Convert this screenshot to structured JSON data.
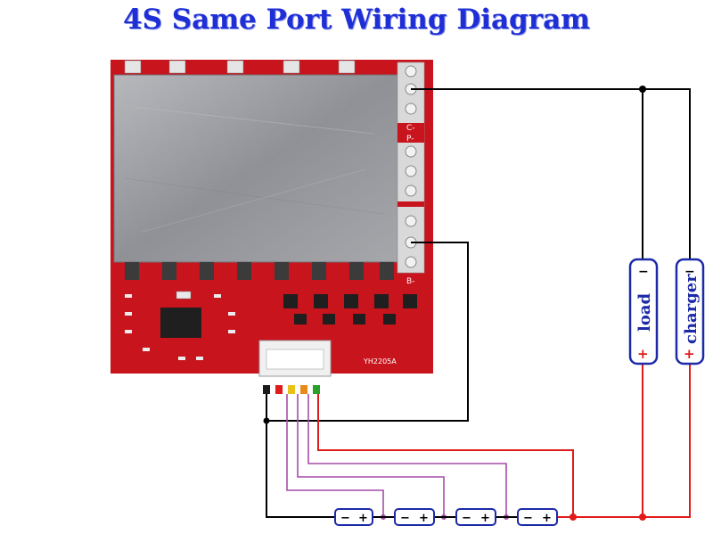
{
  "title": "4S Same Port Wiring Diagram",
  "board": {
    "model_label": "YH2205A",
    "pad_label_c": "C-",
    "pad_label_p": "P-",
    "pad_label_b": "B-"
  },
  "devices": {
    "load": {
      "label": "load",
      "minus": "−",
      "plus": "+"
    },
    "charger": {
      "label": "charger",
      "minus": "−",
      "plus": "+"
    }
  },
  "cells": [
    {
      "minus": "−",
      "plus": "+"
    },
    {
      "minus": "−",
      "plus": "+"
    },
    {
      "minus": "−",
      "plus": "+"
    },
    {
      "minus": "−",
      "plus": "+"
    }
  ],
  "colors": {
    "title": "#1f2fd6",
    "board": "#c8141c",
    "heatsink": "#9c9ea3",
    "negative_wire": "#000000",
    "positive_wire": "#e01b1b",
    "balance_wire": "#a64ca8",
    "battery_outline": "#1c2aa8",
    "terminal_pad": "#d9d9d9"
  }
}
